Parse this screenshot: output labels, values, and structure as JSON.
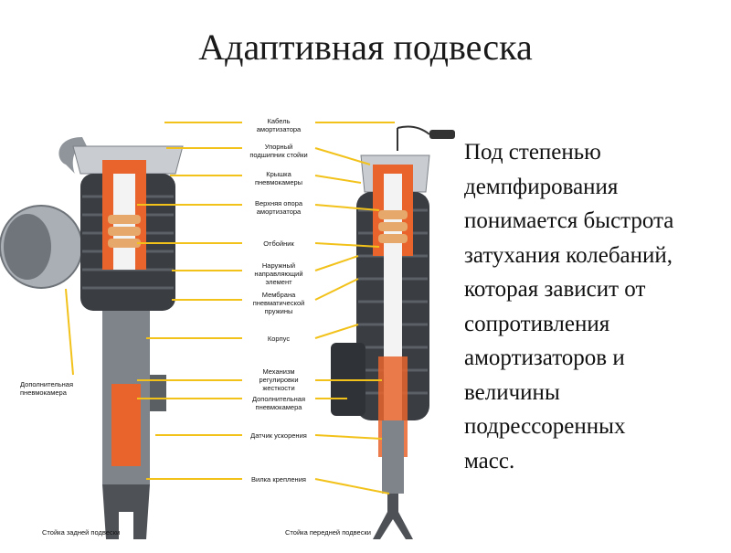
{
  "slide": {
    "title": "Адаптивная подвеска",
    "body_lines": [
      "Под степенью",
      "демпфирования",
      "понимается быстрота",
      "затухания колебаний,",
      "которая зависит от",
      "сопротивления",
      "амортизаторов и",
      "величины",
      "подрессоренных",
      "масс."
    ]
  },
  "diagram": {
    "labels": [
      "Кабель\nамортизатора",
      "Упорный\nподшипник стойки",
      "Крышка\nпневмокамеры",
      "Верхняя опора\nамортизатора",
      "Отбойник",
      "Наружный\nнаправляющий\nэлемент",
      "Мембрана\nпневматической\nпружины",
      "Корпус",
      "Механизм\nрегулировки\nжесткости",
      "Дополнительная\nпневмокамера",
      "Датчик ускорения",
      "Вилка крепления"
    ],
    "left_label": "Дополнительная\nпневмокамера",
    "caption_rear": "Стойка задней подвески",
    "caption_front": "Стойка передней подвески",
    "colors": {
      "leader": "#f2c21b",
      "metal": "#9aa0a6",
      "bellows": "#3a3d42",
      "cutaway": "#e8642c",
      "spring": "#e6a86b"
    }
  }
}
